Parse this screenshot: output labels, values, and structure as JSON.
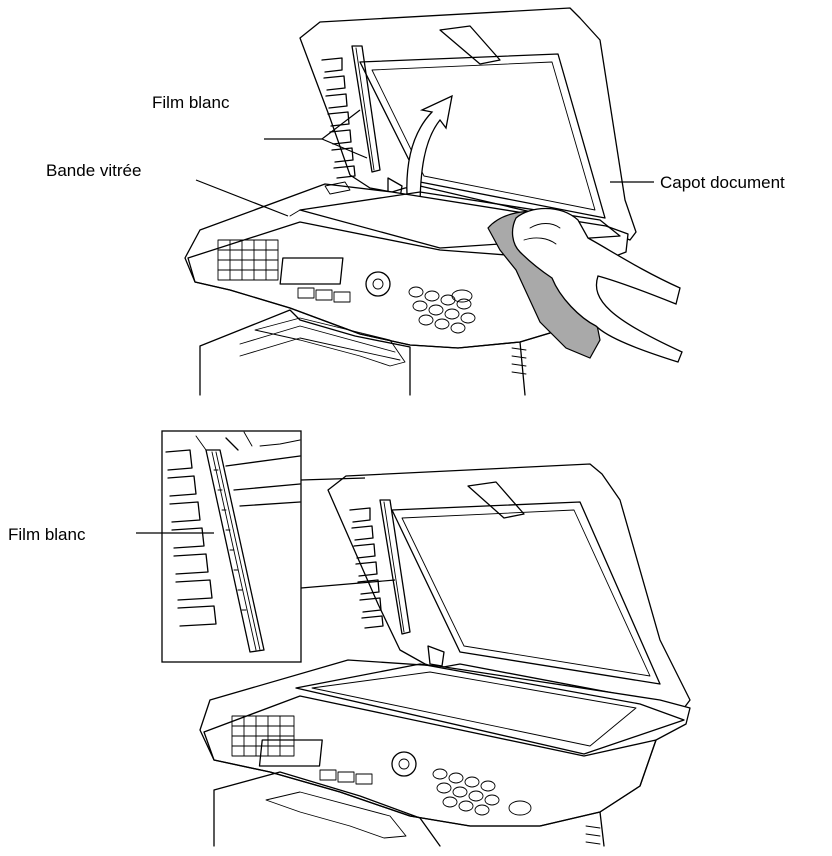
{
  "labels": {
    "top_film_blanc": "Film blanc",
    "bande_vitree": "Bande vitrée",
    "capot_document": "Capot document",
    "bottom_film_blanc": "Film blanc"
  }
}
